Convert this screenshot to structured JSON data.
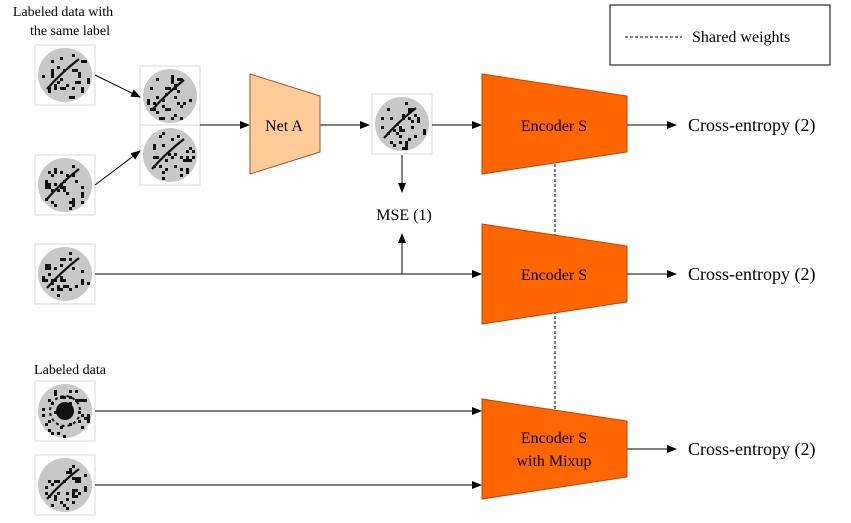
{
  "captions": {
    "same_label_line1": "Labeled data with",
    "same_label_line2": "the same label",
    "labeled": "Labeled data"
  },
  "legend": {
    "text": "Shared weights"
  },
  "nodes": {
    "net_a": "Net A",
    "mse": "MSE (1)",
    "encoder1": "Encoder S",
    "encoder2": "Encoder S",
    "encoder3_line1": "Encoder S",
    "encoder3_line2": "with Mixup"
  },
  "outputs": {
    "ce1": "Cross-entropy (2)",
    "ce2": "Cross-entropy (2)",
    "ce3": "Cross-entropy (2)"
  },
  "colors": {
    "net_fill": "#FFCC99",
    "net_stroke": "#A0522D",
    "encoder_fill": "#FF6600",
    "encoder_stroke": "#C04000",
    "wafer_fill": "#C8C8C8",
    "defect": "#111111"
  },
  "thumbnails": [
    {
      "name": "wafer-same-label-1",
      "pattern": "scratch"
    },
    {
      "name": "wafer-same-label-2",
      "pattern": "scratch"
    },
    {
      "name": "wafer-pair-top",
      "pattern": "scratch"
    },
    {
      "name": "wafer-pair-bottom",
      "pattern": "scratch"
    },
    {
      "name": "wafer-generated",
      "pattern": "scratch"
    },
    {
      "name": "wafer-real",
      "pattern": "scratch"
    },
    {
      "name": "wafer-labeled-1",
      "pattern": "center"
    },
    {
      "name": "wafer-labeled-2",
      "pattern": "scratch"
    }
  ]
}
